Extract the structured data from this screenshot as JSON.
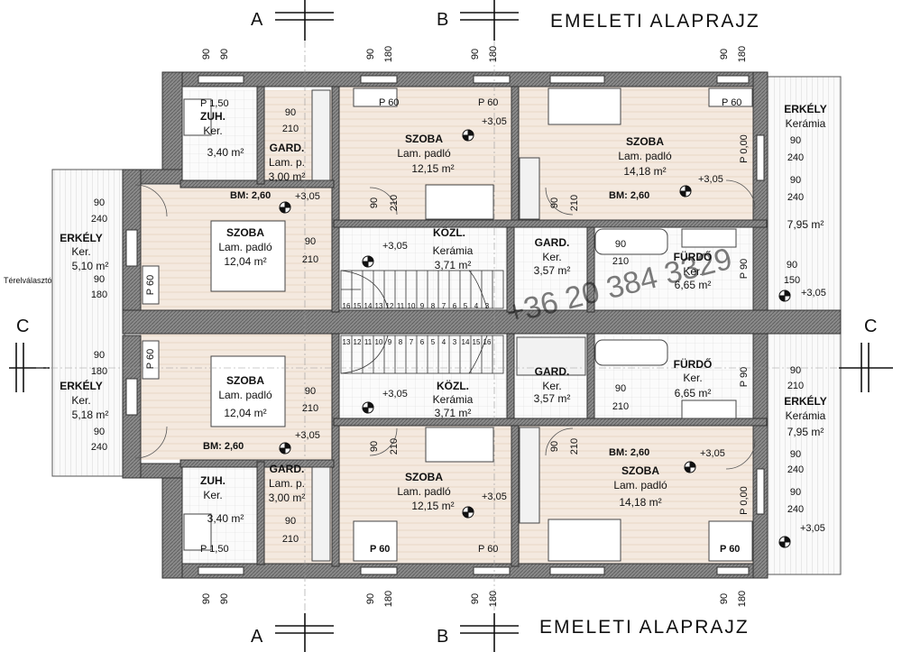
{
  "titles": {
    "top": "EMELETI  ALAPRAJZ",
    "bottom": "EMELETI  ALAPRAJZ"
  },
  "sections": {
    "a": "A",
    "b": "B",
    "c": "C"
  },
  "watermark": "+36 20 384 3329",
  "rooms": {
    "zuh_top": {
      "name": "ZUH.",
      "floor": "Ker.",
      "area": "3,40 m²"
    },
    "gard_small_top": {
      "name": "GARD.",
      "floor": "Lam. p.",
      "area": "3,00 m²"
    },
    "szoba_mid_top": {
      "name": "SZOBA",
      "floor": "Lam. padló",
      "area": "12,15 m²"
    },
    "szoba_right_top": {
      "name": "SZOBA",
      "floor": "Lam. padló",
      "area": "14,18 m²"
    },
    "erkely_right_top": {
      "name": "ERKÉLY",
      "floor": "Kerámia",
      "area": "7,95 m²"
    },
    "erkely_left_top": {
      "name": "ERKÉLY",
      "floor": "Ker.",
      "area": "5,10 m²"
    },
    "szoba_left_top": {
      "name": "SZOBA",
      "floor": "Lam. padló",
      "area": "12,04 m²"
    },
    "kozl_top": {
      "name": "KÖZL.",
      "floor": "Kerámia",
      "area": "3,71 m²"
    },
    "gard_mid_top": {
      "name": "GARD.",
      "floor": "Ker.",
      "area": "3,57 m²"
    },
    "furdo_top": {
      "name": "FÜRDŐ",
      "floor": "Ker.",
      "area": "6,65 m²"
    },
    "erkely_left_bot": {
      "name": "ERKÉLY",
      "floor": "Ker.",
      "area": "5,18 m²"
    },
    "szoba_left_bot": {
      "name": "SZOBA",
      "floor": "Lam. padló",
      "area": "12,04 m²"
    },
    "kozl_bot": {
      "name": "KÖZL.",
      "floor": "Kerámia",
      "area": "3,71 m²"
    },
    "gard_mid_bot": {
      "name": "GARD.",
      "floor": "Ker.",
      "area": "3,57 m²"
    },
    "furdo_bot": {
      "name": "FÜRDŐ",
      "floor": "Ker.",
      "area": "6,65 m²"
    },
    "erkely_right_bot": {
      "name": "ERKÉLY",
      "floor": "Kerámia",
      "area": "7,95 m²"
    },
    "zuh_bot": {
      "name": "ZUH.",
      "floor": "Ker.",
      "area": "3,40 m²"
    },
    "gard_small_bot": {
      "name": "GARD.",
      "floor": "Lam. p.",
      "area": "3,00 m²"
    },
    "szoba_mid_bot": {
      "name": "SZOBA",
      "floor": "Lam. padló",
      "area": "12,15 m²"
    },
    "szoba_right_bot": {
      "name": "SZOBA",
      "floor": "Lam. padló",
      "area": "14,18 m²"
    }
  },
  "labels": {
    "bm": "BM: 2,60",
    "level": "+3,05",
    "p150": "P 1,50",
    "p60": "P 60",
    "p000": "P 0,00",
    "p90": "P 90",
    "divider": "Térelválasztó"
  },
  "dims": {
    "d90": "90",
    "d180": "180",
    "d210": "210",
    "d240": "240",
    "d150": "150"
  },
  "stairs_top": [
    "16",
    "15",
    "14",
    "13",
    "12",
    "11",
    "10",
    "9",
    "8",
    "7",
    "6",
    "5",
    "4",
    "3"
  ],
  "stairs_bot": [
    "13",
    "12",
    "11",
    "10",
    "9",
    "8",
    "7",
    "6",
    "5",
    "4",
    "3",
    "14",
    "15",
    "16"
  ]
}
